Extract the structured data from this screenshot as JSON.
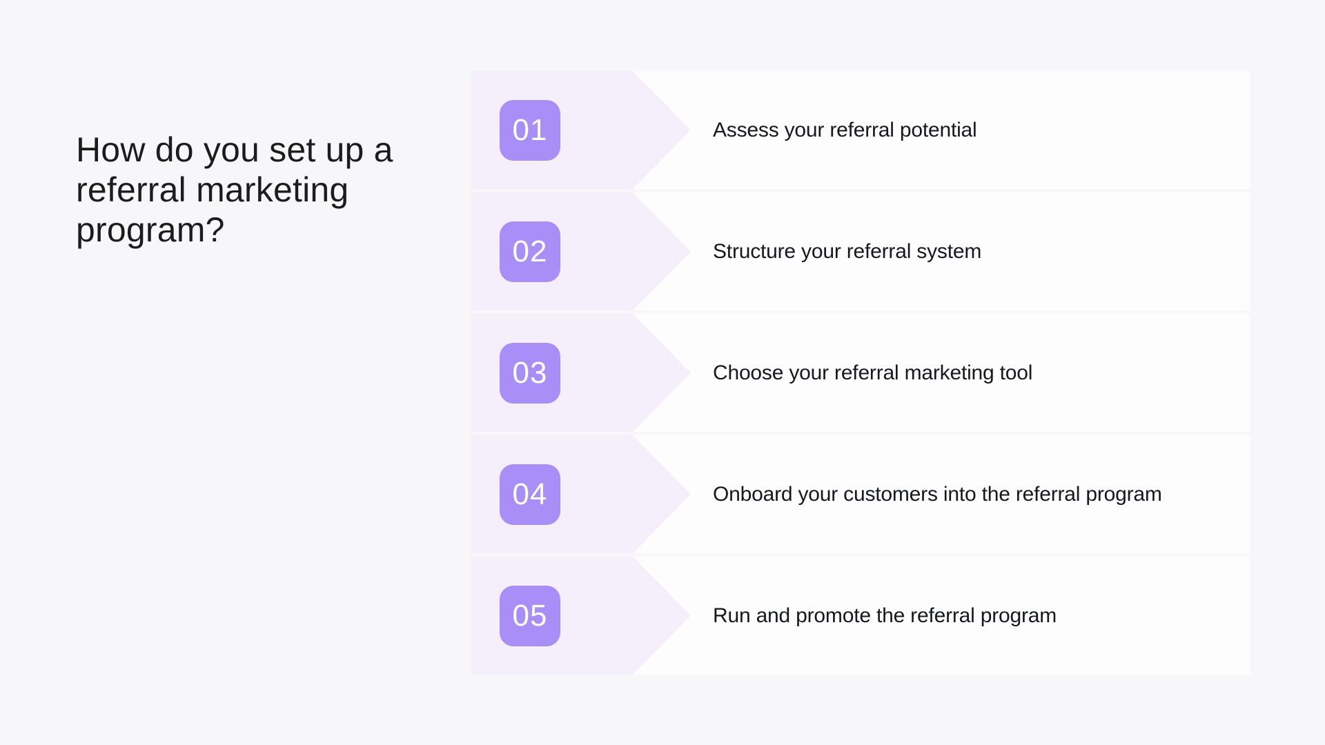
{
  "page": {
    "background_color": "#f7f7f9",
    "row_color": "#fdfdfe",
    "arrow_color": "#f5effc",
    "badge_color": "#a98ef8",
    "badge_text_color": "#ffffff",
    "title_color": "#1c1c1e",
    "step_text_color": "#15181d"
  },
  "title": {
    "text": "How do you set up a referral marketing program?",
    "lines": [
      "How do you set up a",
      "referral marketing",
      "program?"
    ]
  },
  "steps": [
    {
      "number": "01",
      "label": "Assess your referral potential"
    },
    {
      "number": "02",
      "label": "Structure your referral system"
    },
    {
      "number": "03",
      "label": "Choose your referral marketing tool"
    },
    {
      "number": "04",
      "label": "Onboard your customers into the referral program"
    },
    {
      "number": "05",
      "label": "Run and promote the referral program"
    }
  ]
}
